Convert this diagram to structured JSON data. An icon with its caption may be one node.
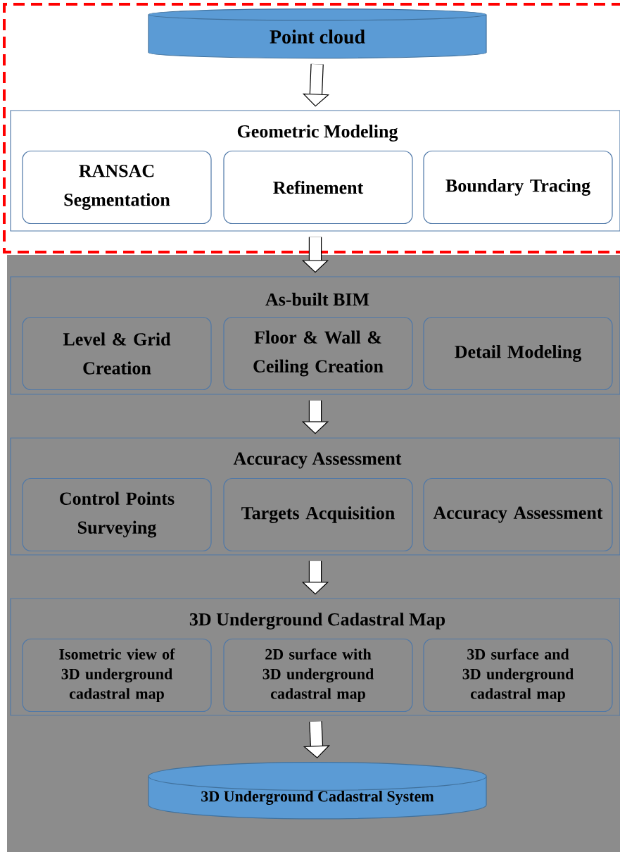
{
  "diagram": {
    "nodes": [
      {
        "text": [
          "Point cloud"
        ]
      },
      {
        "text": [
          "Geometric Modeling"
        ]
      },
      {
        "text": [
          "RANSAC Segmentation"
        ],
        "in": 1
      },
      {
        "text": [
          "Refinement"
        ],
        "in": 1
      },
      {
        "text": [
          "Boundary Tracing"
        ],
        "in": 1
      },
      {
        "text": [
          "As-built BIM"
        ]
      },
      {
        "text": [
          "Level & Grid Creation"
        ],
        "in": 5
      },
      {
        "text": [
          "Floor & Wall & Ceiling Creation"
        ],
        "in": 5
      },
      {
        "text": [
          "Detail Modeling"
        ],
        "in": 5
      },
      {
        "text": [
          "Accuracy Assessment"
        ]
      },
      {
        "text": [
          "Control Points Surveying"
        ],
        "in": 9
      },
      {
        "text": [
          "Targets Acquisition"
        ],
        "in": 9
      },
      {
        "text": [
          "Accuracy Assessment"
        ],
        "in": 9
      },
      {
        "text": [
          "3D Underground Cadastral Map"
        ]
      },
      {
        "text": [
          "Isometric view of 3D underground cadastral map"
        ],
        "in": 13
      },
      {
        "text": [
          "2D surface with 3D underground cadastral map"
        ],
        "in": 13
      },
      {
        "text": [
          "3D surface and 3D underground cadastral map"
        ],
        "in": 13
      },
      {
        "text": [
          "3D Underground Cadastral System"
        ]
      }
    ],
    "edges": [
      {
        "from": 0,
        "to": 1,
        "arrow": "to"
      },
      {
        "from": 1,
        "to": 5,
        "arrow": "to"
      },
      {
        "from": 5,
        "to": 9,
        "arrow": "to"
      },
      {
        "from": 9,
        "to": 13,
        "arrow": "to"
      },
      {
        "from": 13,
        "to": 17,
        "arrow": "to"
      }
    ]
  }
}
